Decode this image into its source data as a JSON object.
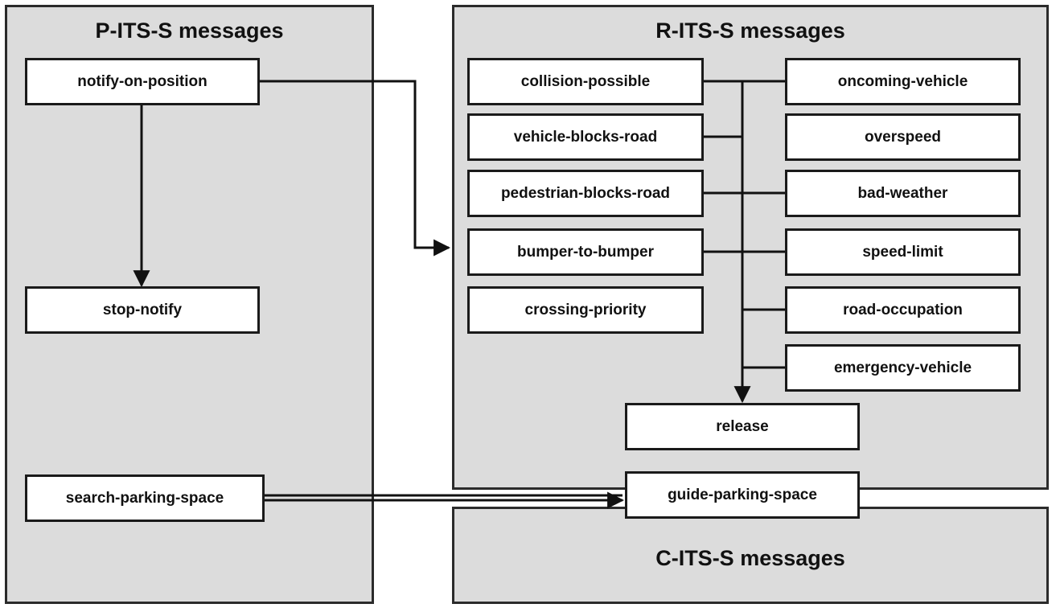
{
  "panels": {
    "p_its": {
      "title": "P-ITS-S messages"
    },
    "r_its": {
      "title": "R-ITS-S messages"
    },
    "c_its": {
      "title": "C-ITS-S messages"
    }
  },
  "p_messages": {
    "notify_on_position": "notify-on-position",
    "stop_notify": "stop-notify",
    "search_parking_space": "search-parking-space"
  },
  "r_messages": {
    "left_column": [
      "collision-possible",
      "vehicle-blocks-road",
      "pedestrian-blocks-road",
      "bumper-to-bumper",
      "crossing-priority"
    ],
    "right_column": [
      "oncoming-vehicle",
      "overspeed",
      "bad-weather",
      "speed-limit",
      "road-occupation",
      "emergency-vehicle"
    ],
    "release": "release"
  },
  "c_messages": {
    "guide_parking_space": "guide-parking-space"
  },
  "colors": {
    "panel_fill": "#dcdcdc",
    "box_fill": "#ffffff",
    "stroke": "#111111"
  }
}
